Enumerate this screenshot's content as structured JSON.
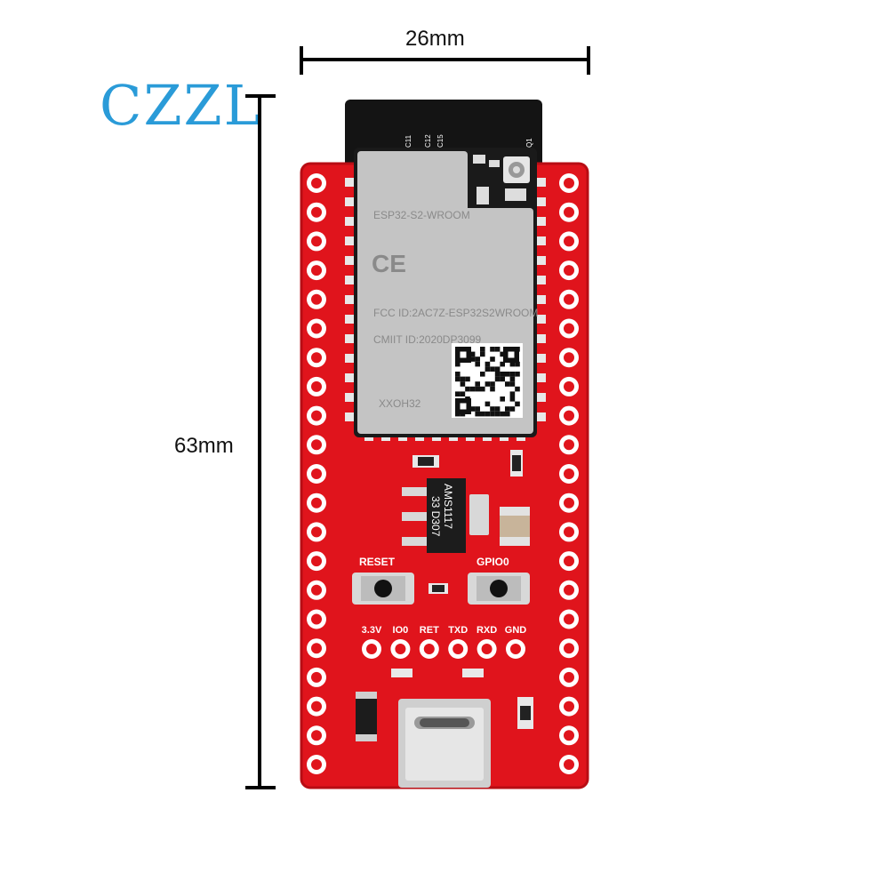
{
  "logo": {
    "text": "CZZL",
    "color": "#2a9bd8"
  },
  "dimensions": {
    "width_label": "26mm",
    "height_label": "63mm"
  },
  "board": {
    "pcb_color": "#e0141c",
    "module": {
      "model": "ESP32-S2-WROOM",
      "ce_mark": "CE",
      "fcc_id": "FCC ID:2AC7Z-ESP32S2WROOM",
      "cmiit_id": "CMIIT ID:2020DP3099",
      "lot_code": "XXOH32"
    },
    "regulator": {
      "line1": "AMS1117",
      "line2": "33  D307"
    },
    "button_labels": {
      "reset": "RESET",
      "boot": "GPIO0"
    },
    "header_pins": [
      "3.3V",
      "IO0",
      "RET",
      "TXD",
      "RXD",
      "GND"
    ],
    "silkscreen": {
      "c11": "C11",
      "c12": "C12",
      "c15": "C15",
      "q1": "Q1"
    }
  }
}
